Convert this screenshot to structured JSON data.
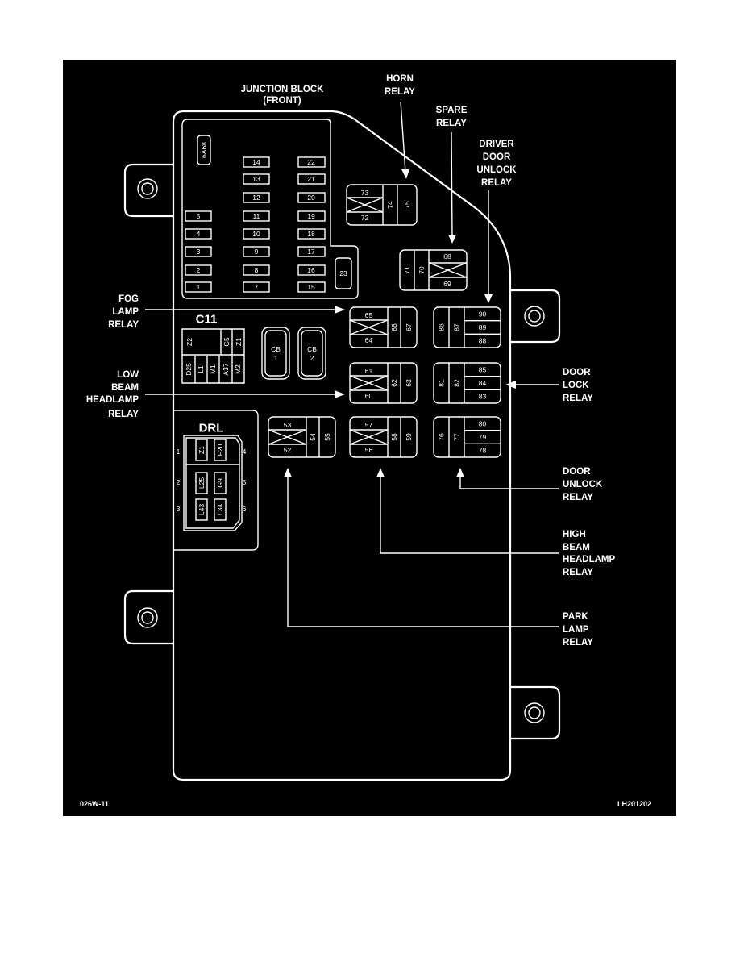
{
  "title": {
    "line1": "JUNCTION BLOCK",
    "line2": "(FRONT)"
  },
  "callouts": {
    "horn": [
      "HORN",
      "RELAY"
    ],
    "spare": [
      "SPARE",
      "RELAY"
    ],
    "driver_door_unlock": [
      "DRIVER",
      "DOOR",
      "UNLOCK",
      "RELAY"
    ],
    "fog": [
      "FOG",
      "LAMP",
      "RELAY"
    ],
    "low_beam": [
      "LOW",
      "BEAM",
      "HEADLAMP",
      "RELAY"
    ],
    "door_lock": [
      "DOOR",
      "LOCK",
      "RELAY"
    ],
    "door_unlock": [
      "DOOR",
      "UNLOCK",
      "RELAY"
    ],
    "high_beam": [
      "HIGH",
      "BEAM",
      "HEADLAMP",
      "RELAY"
    ],
    "park": [
      "PARK",
      "LAMP",
      "RELAY"
    ]
  },
  "fuses": {
    "col1": [
      "5",
      "4",
      "3",
      "2",
      "1"
    ],
    "col2": [
      "14",
      "13",
      "12",
      "11",
      "10",
      "9",
      "8",
      "7"
    ],
    "col3": [
      "22",
      "21",
      "20",
      "19",
      "18",
      "17",
      "16",
      "15"
    ],
    "extra": "23",
    "tag": "6A68"
  },
  "c11": {
    "label": "C11",
    "top": [
      "Z2",
      "G5",
      "Z1"
    ],
    "bottom": [
      "D25",
      "L1",
      "M1",
      "A37",
      "M2"
    ]
  },
  "circuit_breakers": [
    {
      "a": "CB",
      "b": "1"
    },
    {
      "a": "CB",
      "b": "2"
    }
  ],
  "drl": {
    "label": "DRL",
    "pins_left": [
      "1",
      "2",
      "3"
    ],
    "pins_right": [
      "4",
      "5",
      "6"
    ],
    "cells": [
      "Z1",
      "F20",
      "L25",
      "G9",
      "L43",
      "L34"
    ]
  },
  "relays": {
    "horn": [
      "73",
      "72",
      "74",
      "75"
    ],
    "spare": [
      "71",
      "70",
      "68",
      "69"
    ],
    "fog": [
      "65",
      "64",
      "66",
      "67"
    ],
    "driver_door_unlock": [
      "86",
      "87",
      "90",
      "89",
      "88"
    ],
    "low_beam": [
      "61",
      "60",
      "62",
      "63"
    ],
    "door_lock": [
      "81",
      "82",
      "85",
      "84",
      "83"
    ],
    "park": [
      "53",
      "52",
      "54",
      "55"
    ],
    "high_beam": [
      "57",
      "56",
      "58",
      "59"
    ],
    "door_unlock": [
      "76",
      "77",
      "80",
      "79",
      "78"
    ]
  },
  "footer": {
    "left": "026W-11",
    "right": "LH201202"
  }
}
